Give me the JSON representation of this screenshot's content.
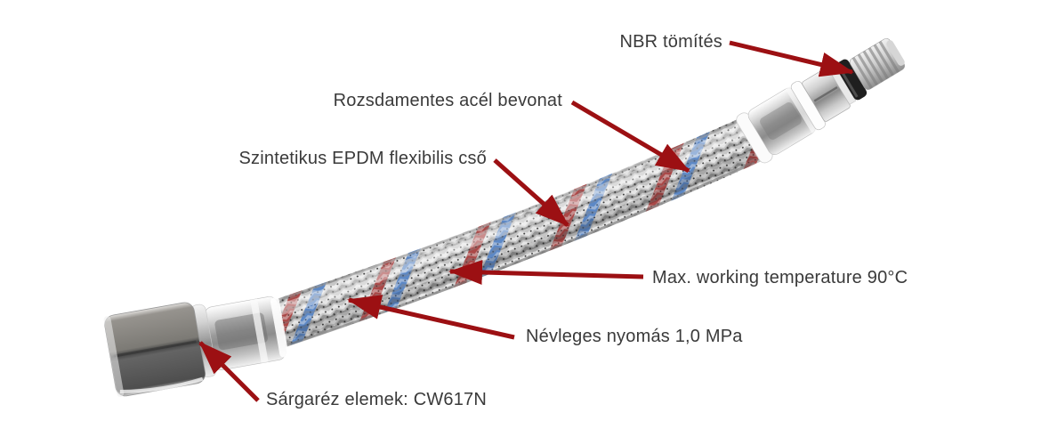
{
  "figure": {
    "kind": "annotated-product-diagram",
    "subject": "flexible braided water hose",
    "background_color": "#ffffff",
    "text_color": "#3a3a3a",
    "arrow_color": "#9c1013",
    "labels": [
      {
        "id": "nbr-seal",
        "text": "NBR tömítés"
      },
      {
        "id": "stainless-braid",
        "text": "Rozsdamentes acél bevonat"
      },
      {
        "id": "epdm-tube",
        "text": "Szintetikus EPDM flexibilis cső"
      },
      {
        "id": "max-temperature",
        "text": "Max. working temperature 90°C"
      },
      {
        "id": "nominal-pressure",
        "text": "Névleges nyomás 1,0 MPa"
      },
      {
        "id": "brass-parts",
        "text": "Sárgaréz elemek: CW617N"
      }
    ],
    "hose_colors": {
      "braid_gray": "#c6c6c6",
      "braid_highlight": "#e4e4e4",
      "braid_shadow": "#999999",
      "tracer_red": "#a63736",
      "tracer_blue": "#4d7fc6",
      "seal_black": "#1f1f1f",
      "metal_light": "#f5f5f5",
      "metal_dark": "#8f8f8f"
    }
  }
}
